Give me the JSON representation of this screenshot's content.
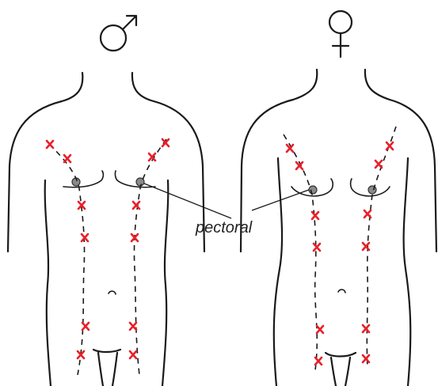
{
  "labels": {
    "pectoral": "pectoral"
  },
  "symbols": {
    "male": "male-symbol",
    "female": "female-symbol"
  },
  "colors": {
    "outline": "#1a1a1a",
    "marker": "#e8202a",
    "nipple_fill": "#8a8a8a"
  }
}
